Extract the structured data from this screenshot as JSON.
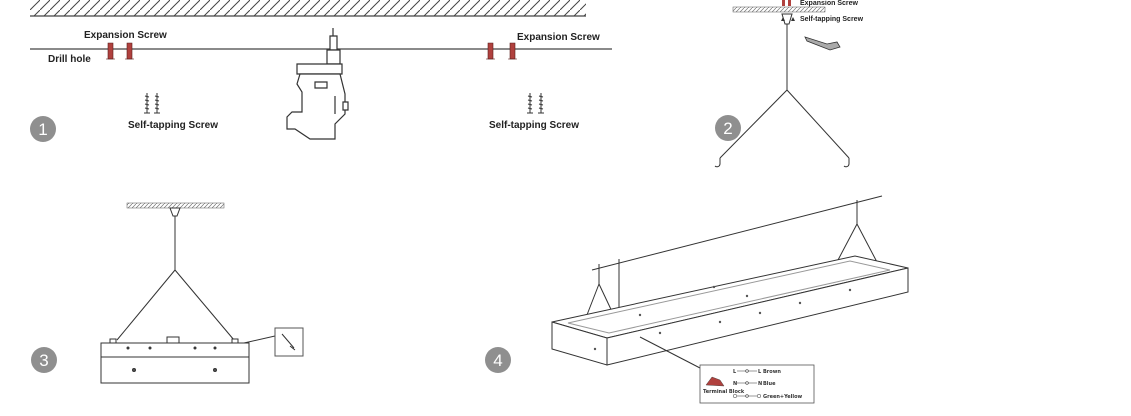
{
  "steps": [
    {
      "number": "1",
      "labels": {
        "expansion_left": "Expansion Screw",
        "expansion_right": "Expansion Screw",
        "drill_hole": "Drill hole",
        "self_tapping_left": "Self-tapping Screw",
        "self_tapping_right": "Self-tapping Screw"
      }
    },
    {
      "number": "2",
      "labels": {
        "expansion": "Expansion Screw",
        "self_tapping": "Self-tapping Screw"
      }
    },
    {
      "number": "3"
    },
    {
      "number": "4",
      "wiring": {
        "block_label": "Terminal Block",
        "rows": [
          {
            "left": "L",
            "right": "L",
            "color_name": "Brown"
          },
          {
            "left": "N",
            "right": "N",
            "color_name": "Blue"
          },
          {
            "left": "",
            "right": "",
            "color_name": "Green+Yellow"
          }
        ]
      }
    }
  ],
  "colors": {
    "badge": "#8f8f8f",
    "screw": "#b0413e",
    "line": "#333333"
  }
}
